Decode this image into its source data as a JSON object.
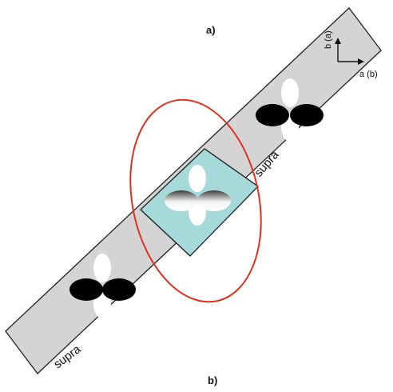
{
  "labels": {
    "top": "a)",
    "bottom": "b)",
    "supra_upper": "supra",
    "supra_lower": "supra",
    "axis_vertical": "b (a)",
    "axis_horizontal": "a (b)"
  },
  "colors": {
    "strip_fill": "#d4d4d4",
    "center_cell_fill": "#a6dada",
    "orbital_dark": "#000000",
    "orbital_light": "#ffffff",
    "highlight_ellipse": "#e0301e",
    "outline": "#222222"
  }
}
